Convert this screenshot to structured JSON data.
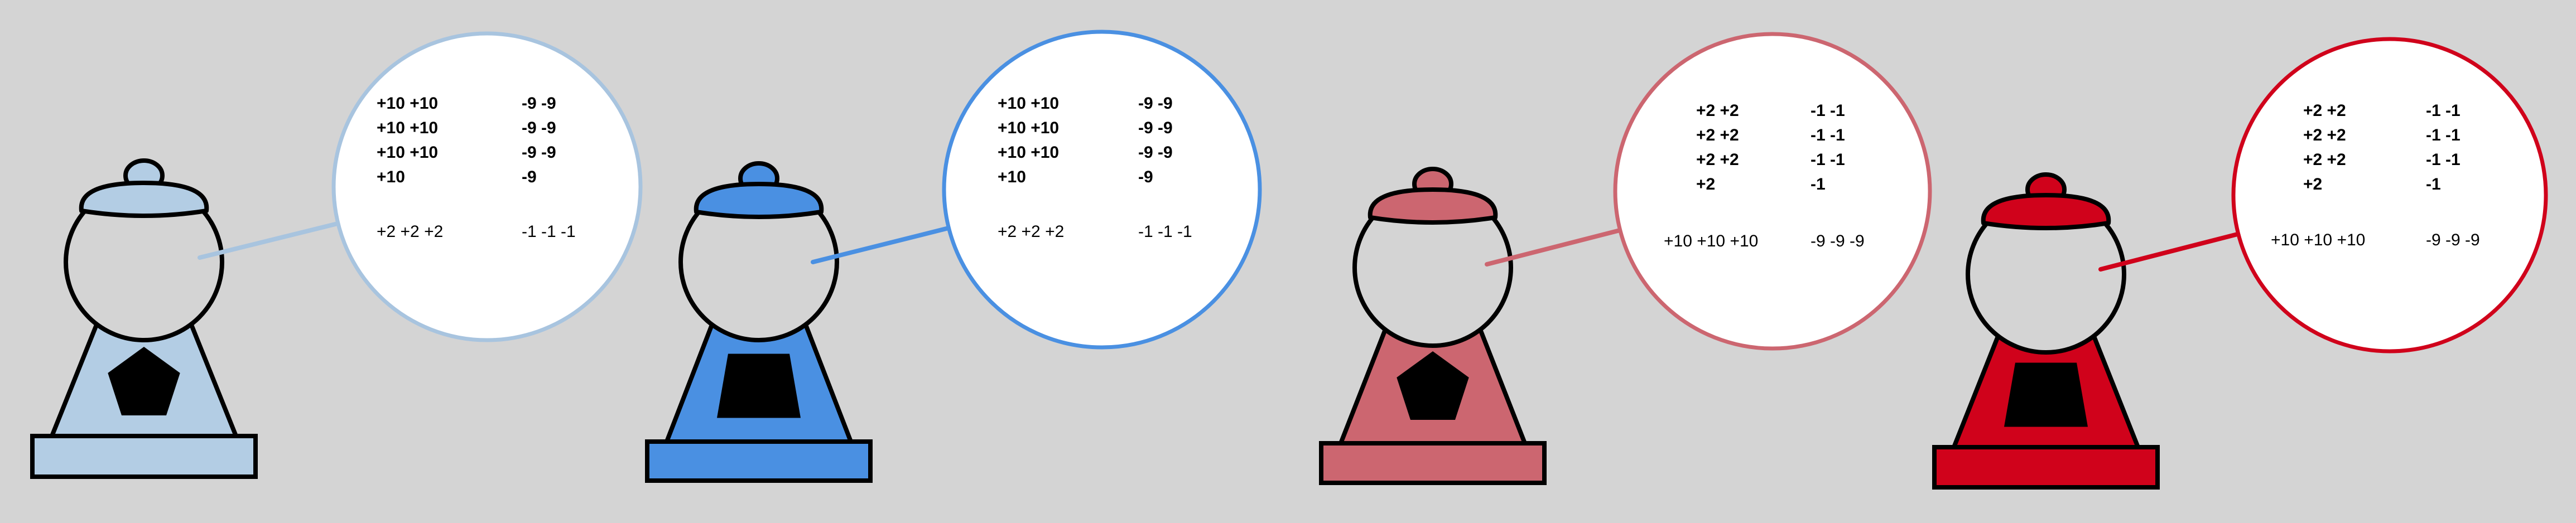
{
  "machines": [
    {
      "id": "light-blue",
      "color": "#b3cde4",
      "line_color": "#a8c4df",
      "emblem": "pentagon-icon",
      "bubble": {
        "rows": [
          [
            "+10 +10",
            "-9 -9"
          ],
          [
            "+10 +10",
            "-9 -9"
          ],
          [
            "+10 +10",
            "-9 -9"
          ],
          [
            "+10",
            "-9"
          ]
        ],
        "footer": [
          "+2 +2 +2",
          "-1 -1 -1"
        ]
      }
    },
    {
      "id": "blue",
      "color": "#4a90e2",
      "line_color": "#4a90e2",
      "emblem": "trapezoid-icon",
      "bubble": {
        "rows": [
          [
            "+10 +10",
            "-9 -9"
          ],
          [
            "+10 +10",
            "-9 -9"
          ],
          [
            "+10 +10",
            "-9 -9"
          ],
          [
            "+10",
            "-9"
          ]
        ],
        "footer": [
          "+2 +2 +2",
          "-1 -1 -1"
        ]
      }
    },
    {
      "id": "pink",
      "color": "#cc6670",
      "line_color": "#cc6670",
      "emblem": "pentagon-icon",
      "bubble": {
        "rows": [
          [
            "+2 +2",
            "-1 -1"
          ],
          [
            "+2 +2",
            "-1 -1"
          ],
          [
            "+2 +2",
            "-1 -1"
          ],
          [
            "+2",
            "-1"
          ]
        ],
        "footer": [
          "+10 +10 +10",
          "-9 -9 -9"
        ]
      }
    },
    {
      "id": "red",
      "color": "#d0021b",
      "line_color": "#d0021b",
      "emblem": "trapezoid-icon",
      "bubble": {
        "rows": [
          [
            "+2 +2",
            "-1 -1"
          ],
          [
            "+2 +2",
            "-1 -1"
          ],
          [
            "+2 +2",
            "-1 -1"
          ],
          [
            "+2",
            "-1"
          ]
        ],
        "footer": [
          "+10 +10 +10",
          "-9 -9 -9"
        ]
      }
    }
  ]
}
